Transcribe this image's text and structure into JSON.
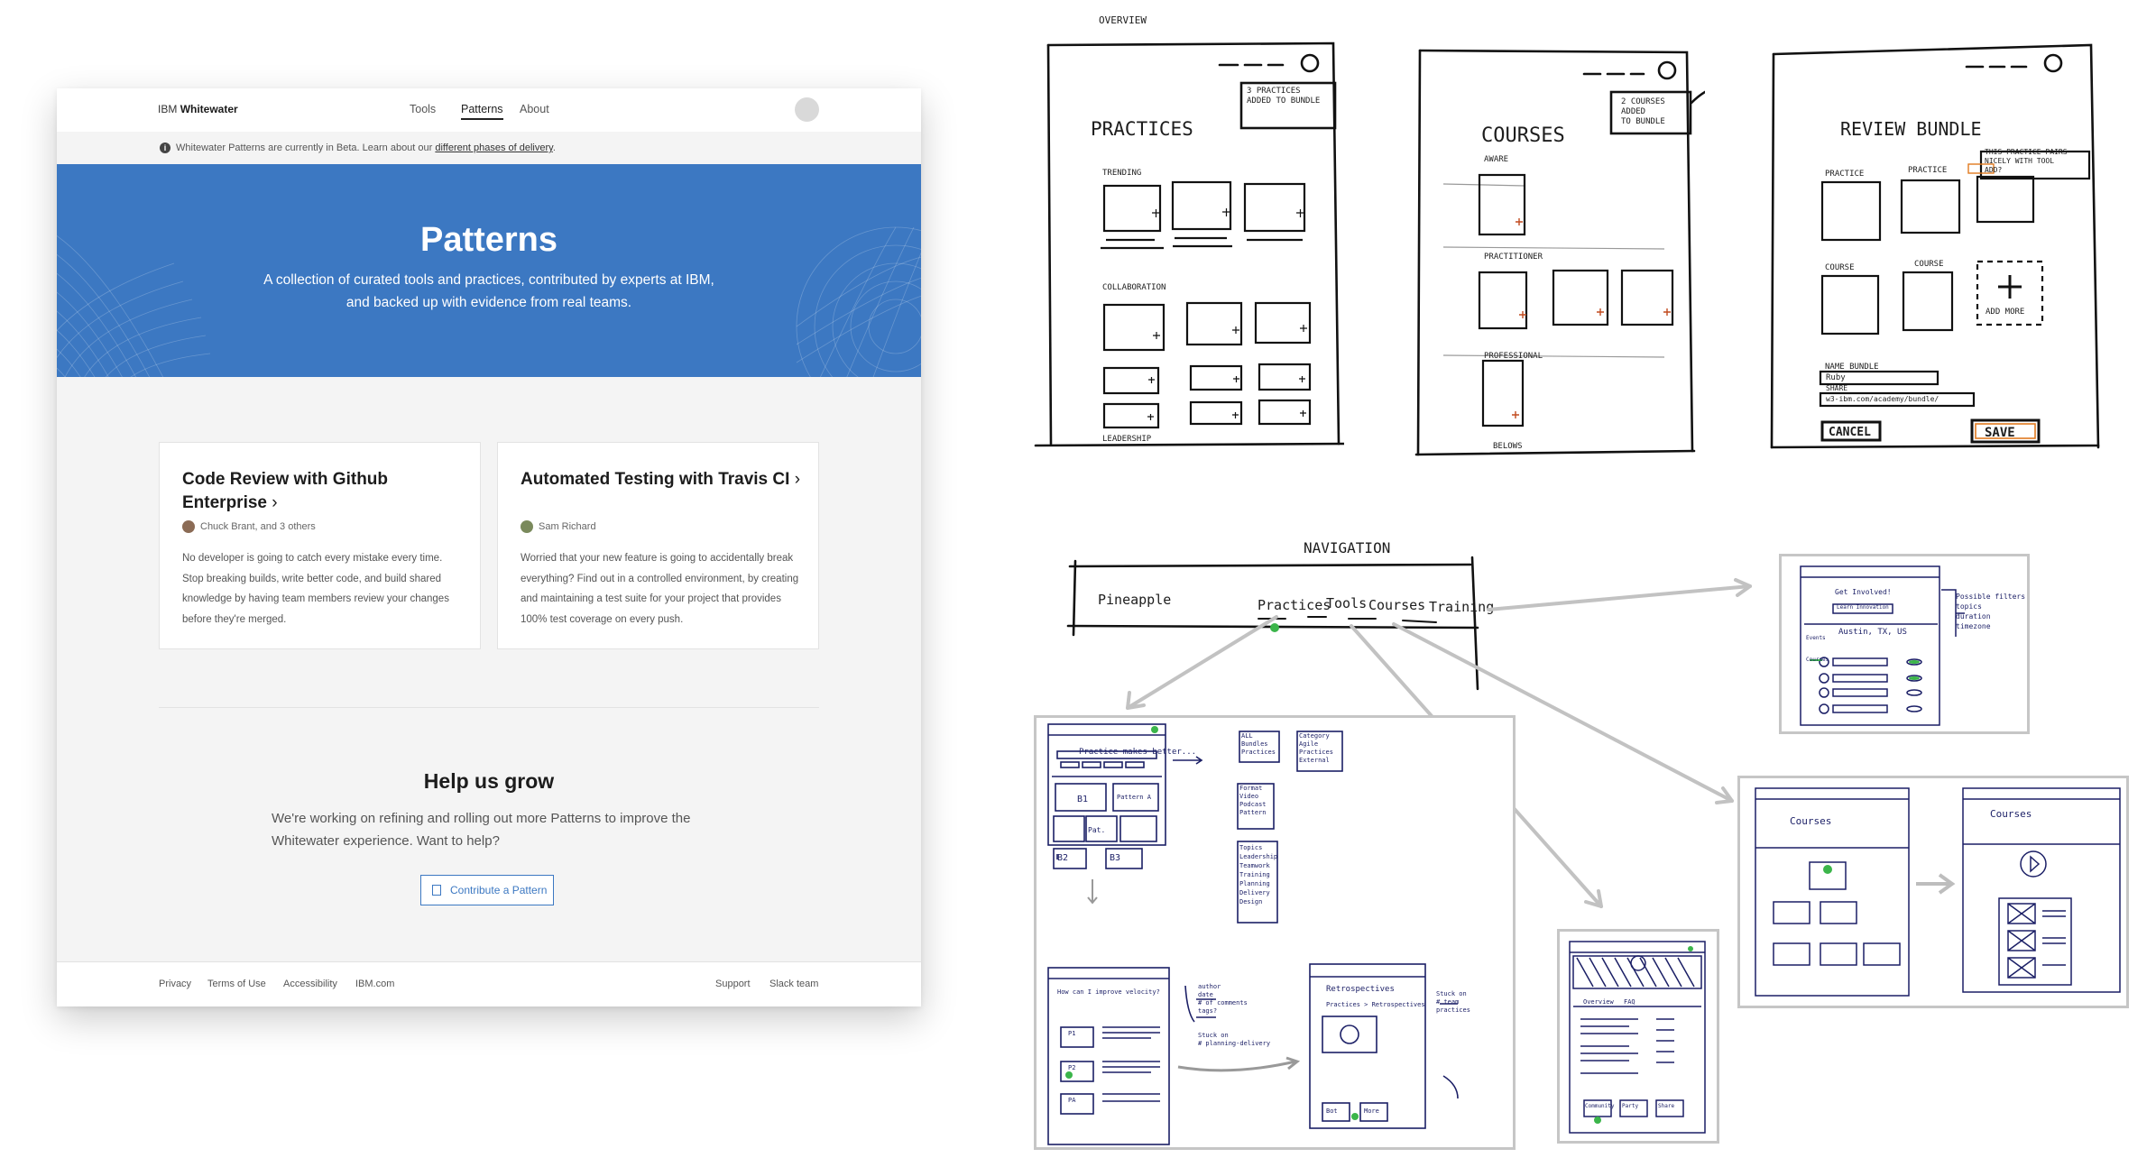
{
  "site": {
    "brand_prefix": "IBM",
    "brand_name": "Whitewater",
    "nav": [
      "Tools",
      "Patterns",
      "About"
    ],
    "beta_text": "Whitewater Patterns are currently in Beta. Learn about our ",
    "beta_link": "different phases of delivery",
    "beta_end": ".",
    "hero": {
      "title": "Patterns",
      "subtitle": "A collection of curated tools and practices, contributed by experts at IBM, and backed up with evidence from real teams."
    },
    "cards": [
      {
        "title": "Code Review with Github Enterprise",
        "author": "Chuck Brant, and 3 others",
        "desc": "No developer is going to catch every mistake every time. Stop breaking builds, write better code, and build shared knowledge by having team members review your changes before they're merged."
      },
      {
        "title": "Automated Testing with Travis CI",
        "author": "Sam Richard",
        "desc": "Worried that your new feature is going to accidentally break everything? Find out in a controlled environment, by creating and maintaining a test suite for your project that provides 100% test coverage on every push."
      }
    ],
    "help": {
      "title": "Help us grow",
      "desc": "We're working on refining and rolling out more Patterns to improve the Whitewater experience. Want to help?",
      "button": "Contribute a Pattern"
    },
    "footer": {
      "left": [
        "Privacy",
        "Terms of Use",
        "Accessibility",
        "IBM.com"
      ],
      "right": [
        "Support",
        "Slack team"
      ]
    },
    "colors": {
      "hero_blue": "#3c78c2",
      "accent": "#3c78c2"
    }
  },
  "sketches": {
    "overview_label": "OVERVIEW",
    "practices": {
      "title": "PRACTICES",
      "notice": [
        "3 PRACTICES",
        "ADDED TO BUNDLE"
      ],
      "sections": [
        "TRENDING",
        "COLLABORATION",
        "LEADERSHIP"
      ]
    },
    "courses": {
      "title": "COURSES",
      "notice": [
        "2 COURSES",
        "ADDED",
        "TO BUNDLE"
      ],
      "sections": [
        "AWARE",
        "PRACTITIONER",
        "PROFESSIONAL",
        "BELOWS"
      ]
    },
    "review": {
      "title": "REVIEW BUNDLE",
      "tooltip": [
        "THIS PRACTICE PAIRS",
        "NICELY WITH TOOL",
        "ADD?"
      ],
      "labels": [
        "PRACTICE",
        "PRACTICE",
        "COURSE",
        "COURSE"
      ],
      "add_more": "ADD MORE",
      "name_label": "NAME BUNDLE",
      "name_value": "Ruby",
      "share_label": "SHARE",
      "share_value": "w3-ibm.com/academy/bundle/",
      "cancel": "CANCEL",
      "save": "SAVE"
    },
    "navigation": {
      "label": "NAVIGATION",
      "brand": "Pineapple",
      "items": [
        "Practices",
        "Tools",
        "Courses",
        "Training"
      ]
    },
    "wire_practices": {
      "heading": "Practice makes better...",
      "tiles": [
        "B1",
        "Pattern A",
        "Pat.",
        "B2",
        "B3"
      ],
      "filters_a": [
        "ALL",
        "Bundles",
        "Practices"
      ],
      "filters_b": [
        "Category",
        "Agile",
        "Practices",
        "External"
      ],
      "filters_c": [
        "Format",
        "Video",
        "Podcast",
        "Pattern"
      ],
      "filters_d": [
        "Topics",
        "Leadership",
        "Teamwork",
        "Training",
        "Planning",
        "Delivery",
        "Design"
      ]
    },
    "wire_improve": {
      "heading": "How can I improve velocity?",
      "notes": [
        "author",
        "date",
        "# of comments",
        "tags?"
      ],
      "stuck": [
        "Stuck on",
        "# planning-delivery"
      ],
      "items": [
        "P1",
        "P2",
        "PA"
      ],
      "retro_title": "Retrospectives",
      "retro_sub": "Practices > Retrospectives",
      "retro_note": [
        "Stuck on",
        "# team",
        "practices"
      ],
      "buttons": [
        "Bot",
        "More"
      ]
    },
    "wire_training": {
      "heading": "Get Involved!",
      "sub": "Learn Innovation",
      "location": "Austin, TX, US",
      "side": [
        "Events",
        "Courses"
      ],
      "filters": [
        "Possible filters",
        "topics",
        "duration",
        "timezone"
      ]
    },
    "wire_courses": {
      "title_a": "Courses",
      "title_b": "Courses"
    },
    "wire_tools": {
      "tabs": [
        "Overview",
        "FAQ"
      ],
      "buttons": [
        "Community",
        "Party",
        "Share"
      ]
    }
  }
}
